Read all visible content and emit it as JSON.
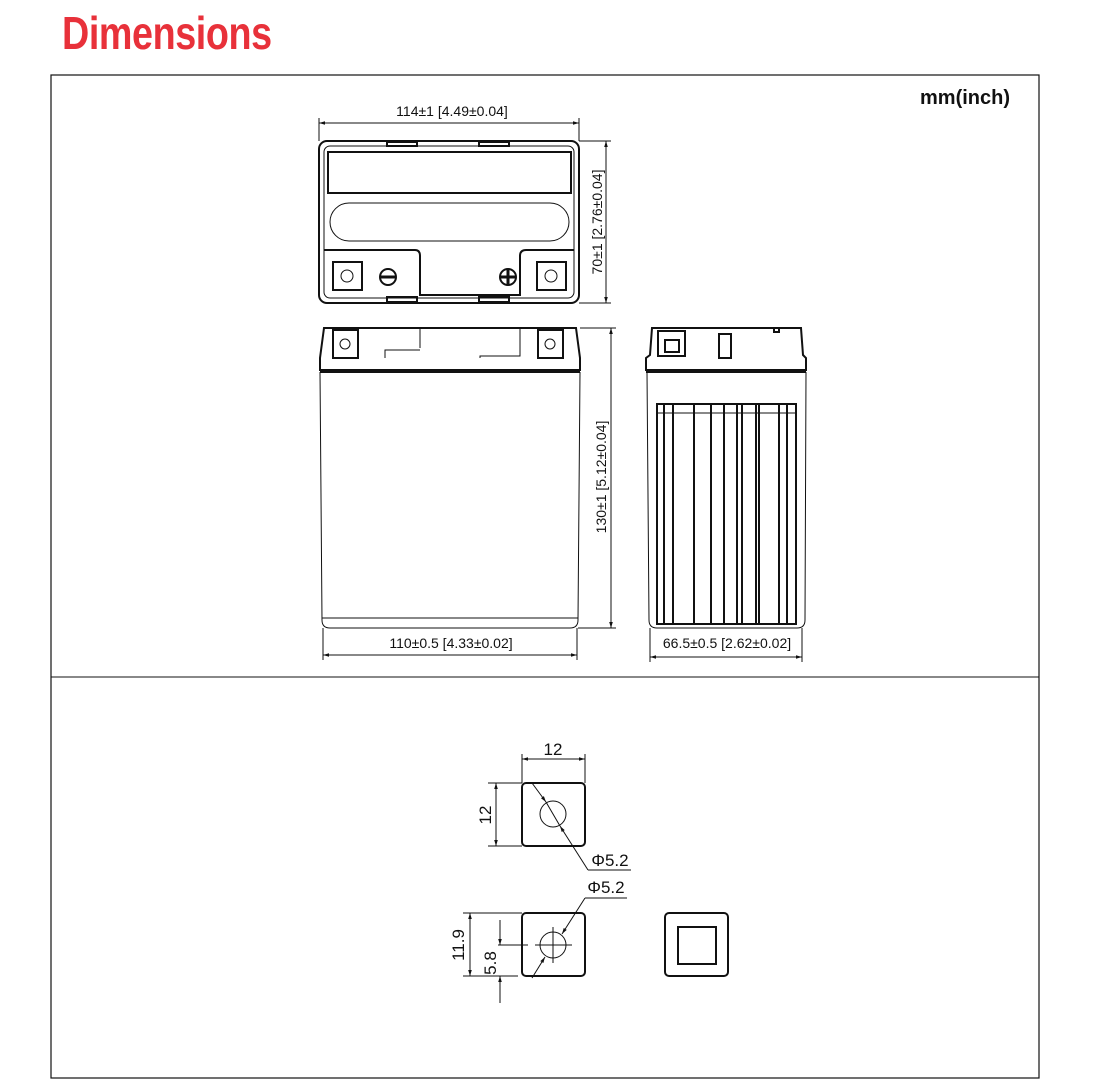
{
  "title": "Dimensions",
  "units_label": "mm(inch)",
  "battery_views": {
    "width_top": "114±1 [4.49±0.04]",
    "depth_top": "70±1 [2.76±0.04]",
    "height": "130±1 [5.12±0.04]",
    "width_bottom": "110±0.5 [4.33±0.02]",
    "depth_side": "66.5±0.5 [2.62±0.02]"
  },
  "terminal_details": {
    "top_width": "12",
    "top_height": "12",
    "top_hole": "Φ5.2",
    "side_hole": "Φ5.2",
    "side_height": "11.9",
    "side_center": "5.8"
  },
  "colors": {
    "title": "#e8313a"
  }
}
